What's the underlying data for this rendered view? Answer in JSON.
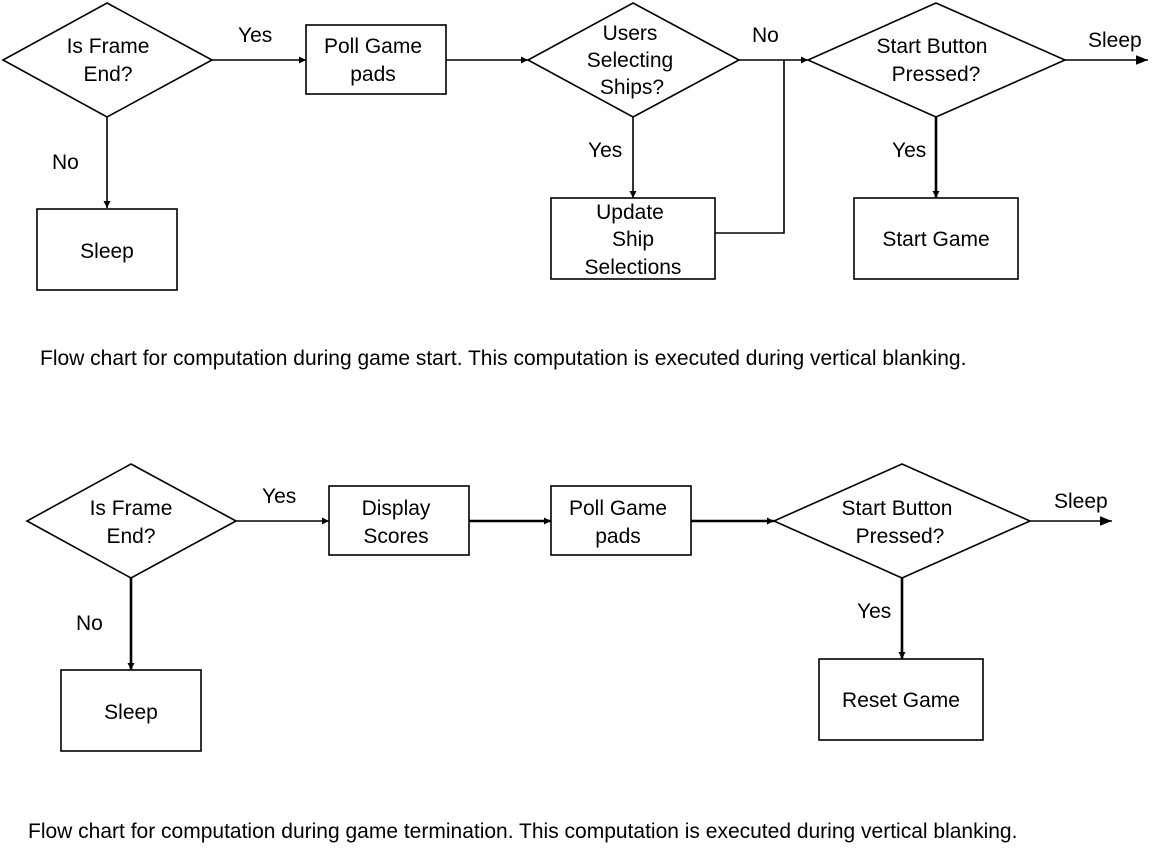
{
  "diagrams": [
    {
      "caption": "Flow chart for computation during game start.  This computation is executed during vertical blanking.",
      "nodes": {
        "frame_end": {
          "type": "decision",
          "lines": [
            "Is Frame",
            "End?"
          ]
        },
        "poll_pads": {
          "type": "process",
          "lines": [
            "Poll Game",
            "pads"
          ]
        },
        "users_selecting": {
          "type": "decision",
          "lines": [
            "Users",
            "Selecting",
            "Ships?"
          ]
        },
        "start_pressed": {
          "type": "decision",
          "lines": [
            "Start Button",
            "Pressed?"
          ]
        },
        "sleep": {
          "type": "process",
          "lines": [
            "Sleep"
          ]
        },
        "update_ships": {
          "type": "process",
          "lines": [
            "Update",
            "Ship",
            "Selections"
          ]
        },
        "start_game": {
          "type": "process",
          "lines": [
            "Start Game"
          ]
        }
      },
      "edge_labels": {
        "frame_yes": "Yes",
        "frame_no": "No",
        "users_no": "No",
        "users_yes": "Yes",
        "start_yes": "Yes",
        "start_sleep": "Sleep"
      }
    },
    {
      "caption": "Flow chart for computation during game termination.  This computation is executed during vertical blanking.",
      "nodes": {
        "frame_end": {
          "type": "decision",
          "lines": [
            "Is Frame",
            "End?"
          ]
        },
        "display_scores": {
          "type": "process",
          "lines": [
            "Display",
            "Scores"
          ]
        },
        "poll_pads": {
          "type": "process",
          "lines": [
            "Poll Game",
            "pads"
          ]
        },
        "start_pressed": {
          "type": "decision",
          "lines": [
            "Start Button",
            "Pressed?"
          ]
        },
        "sleep": {
          "type": "process",
          "lines": [
            "Sleep"
          ]
        },
        "reset_game": {
          "type": "process",
          "lines": [
            "Reset Game"
          ]
        }
      },
      "edge_labels": {
        "frame_yes": "Yes",
        "frame_no": "No",
        "start_yes": "Yes",
        "start_sleep": "Sleep"
      }
    }
  ]
}
